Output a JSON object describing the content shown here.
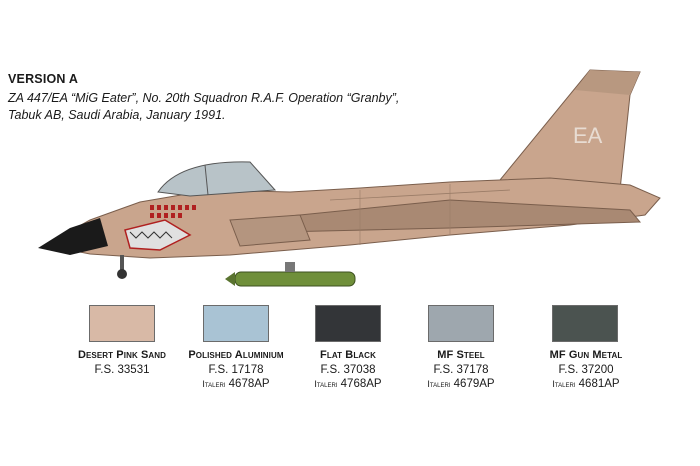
{
  "version": {
    "title": "VERSION A",
    "line1": "ZA 447/EA “MiG Eater”, No. 20th Squadron R.A.F. Operation “Granby”,",
    "line2": "Tabuk AB, Saudi Arabia, January 1991."
  },
  "aircraft": {
    "tail_code": "EA",
    "body_color": "#c9a58d",
    "shadow_color": "#a98973",
    "canopy_color": "#b8c3c8",
    "nose_color": "#1a1a1a",
    "missile_color": "#6f8f3a"
  },
  "colors": [
    {
      "name": "Desert Pink Sand",
      "fs": "F.S. 33531",
      "brand": "",
      "code": "",
      "hex": "#d8b9a6"
    },
    {
      "name": "Polished Aluminium",
      "fs": "F.S. 17178",
      "brand": "Italeri",
      "code": "4678AP",
      "hex": "#a9c3d4"
    },
    {
      "name": "Flat Black",
      "fs": "F.S. 37038",
      "brand": "Italeri",
      "code": "4768AP",
      "hex": "#333538"
    },
    {
      "name": "MF Steel",
      "fs": "F.S. 37178",
      "brand": "Italeri",
      "code": "4679AP",
      "hex": "#9ea7ae"
    },
    {
      "name": "MF Gun Metal",
      "fs": "F.S. 37200",
      "brand": "Italeri",
      "code": "4681AP",
      "hex": "#4b5350"
    }
  ]
}
